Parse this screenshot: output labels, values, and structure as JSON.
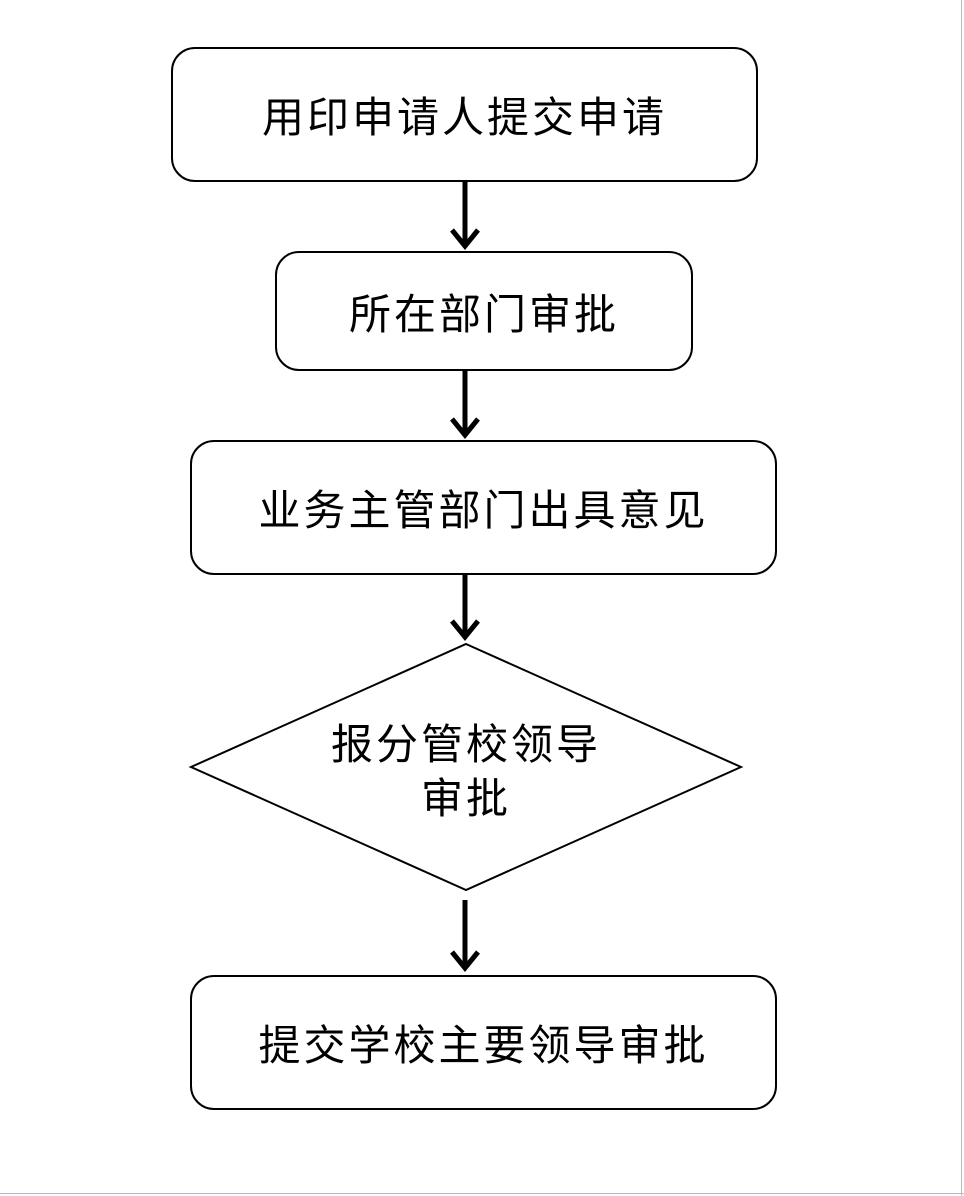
{
  "flowchart": {
    "steps": [
      {
        "label": "用印申请人提交申请"
      },
      {
        "label": "所在部门审批"
      },
      {
        "label": "业务主管部门出具意见"
      },
      {
        "label": "报分管校领导\n审批"
      },
      {
        "label": "提交学校主要领导审批"
      }
    ]
  },
  "colors": {
    "stroke": "#000000",
    "fill": "#ffffff"
  }
}
